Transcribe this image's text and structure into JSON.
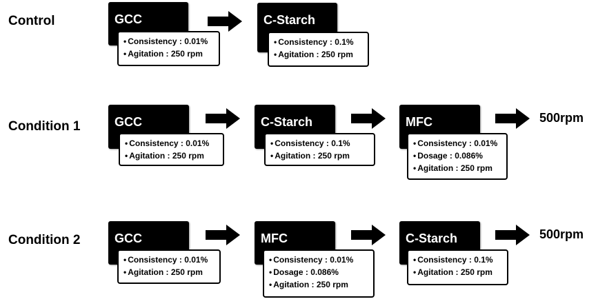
{
  "rows": [
    {
      "label": "Control",
      "stages": [
        {
          "title": "GCC",
          "params": [
            "Consistency : 0.01%",
            "Agitation : 250 rpm"
          ]
        },
        {
          "title": "C-Starch",
          "params": [
            "Consistency : 0.1%",
            "Agitation : 250 rpm"
          ]
        }
      ],
      "end_label": ""
    },
    {
      "label": "Condition 1",
      "stages": [
        {
          "title": "GCC",
          "params": [
            "Consistency : 0.01%",
            "Agitation : 250 rpm"
          ]
        },
        {
          "title": "C-Starch",
          "params": [
            "Consistency : 0.1%",
            "Agitation : 250 rpm"
          ]
        },
        {
          "title": "MFC",
          "params": [
            "Consistency : 0.01%",
            "Dosage : 0.086%",
            "Agitation : 250 rpm"
          ]
        }
      ],
      "end_label": "500rpm"
    },
    {
      "label": "Condition 2",
      "stages": [
        {
          "title": "GCC",
          "params": [
            "Consistency : 0.01%",
            "Agitation : 250 rpm"
          ]
        },
        {
          "title": "MFC",
          "params": [
            "Consistency : 0.01%",
            "Dosage : 0.086%",
            "Agitation : 250 rpm"
          ]
        },
        {
          "title": "C-Starch",
          "params": [
            "Consistency : 0.1%",
            "Agitation : 250 rpm"
          ]
        }
      ],
      "end_label": "500rpm"
    }
  ],
  "bullet": "•"
}
